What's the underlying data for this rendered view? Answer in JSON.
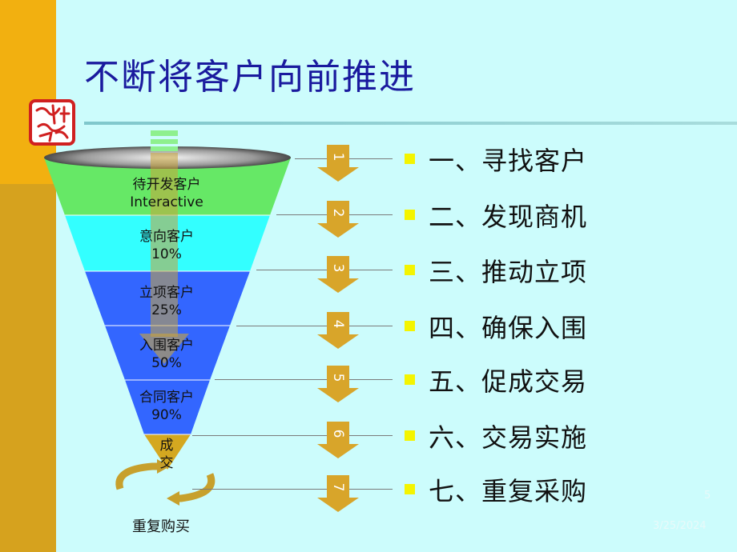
{
  "slide": {
    "title": "不断将客户向前推进",
    "page_number": "5",
    "date": "3/25/2024"
  },
  "funnel": {
    "stages": [
      {
        "name": "待开发客户",
        "value": "Interactive",
        "color": "#66e866"
      },
      {
        "name": "意向客户",
        "value": "10%",
        "color": "#33ffff"
      },
      {
        "name": "立项客户",
        "value": "25%",
        "color": "#3366ff"
      },
      {
        "name": "入围客户",
        "value": "50%",
        "color": "#3366ff"
      },
      {
        "name": "合同客户",
        "value": "90%",
        "color": "#3366ff"
      },
      {
        "name": "成交",
        "value": "",
        "color": "#d4a820"
      }
    ],
    "repurchase_label": "重复购买"
  },
  "steps": [
    {
      "number": "1",
      "label": "一、寻找客户"
    },
    {
      "number": "2",
      "label": "二、发现商机"
    },
    {
      "number": "3",
      "label": "三、推动立项"
    },
    {
      "number": "4",
      "label": "四、确保入围"
    },
    {
      "number": "5",
      "label": "五、促成交易"
    },
    {
      "number": "6",
      "label": "六、交易实施"
    },
    {
      "number": "7",
      "label": "七、重复采购"
    }
  ],
  "colors": {
    "background": "#ccfcfc",
    "title": "#1a1a9e",
    "bullet": "#f4f400",
    "arrow": "#d8a52a"
  },
  "icons": {
    "seal": "red-seal-stamp",
    "arrow": "down-arrow-icon",
    "cycle": "cycle-arrows-icon"
  }
}
